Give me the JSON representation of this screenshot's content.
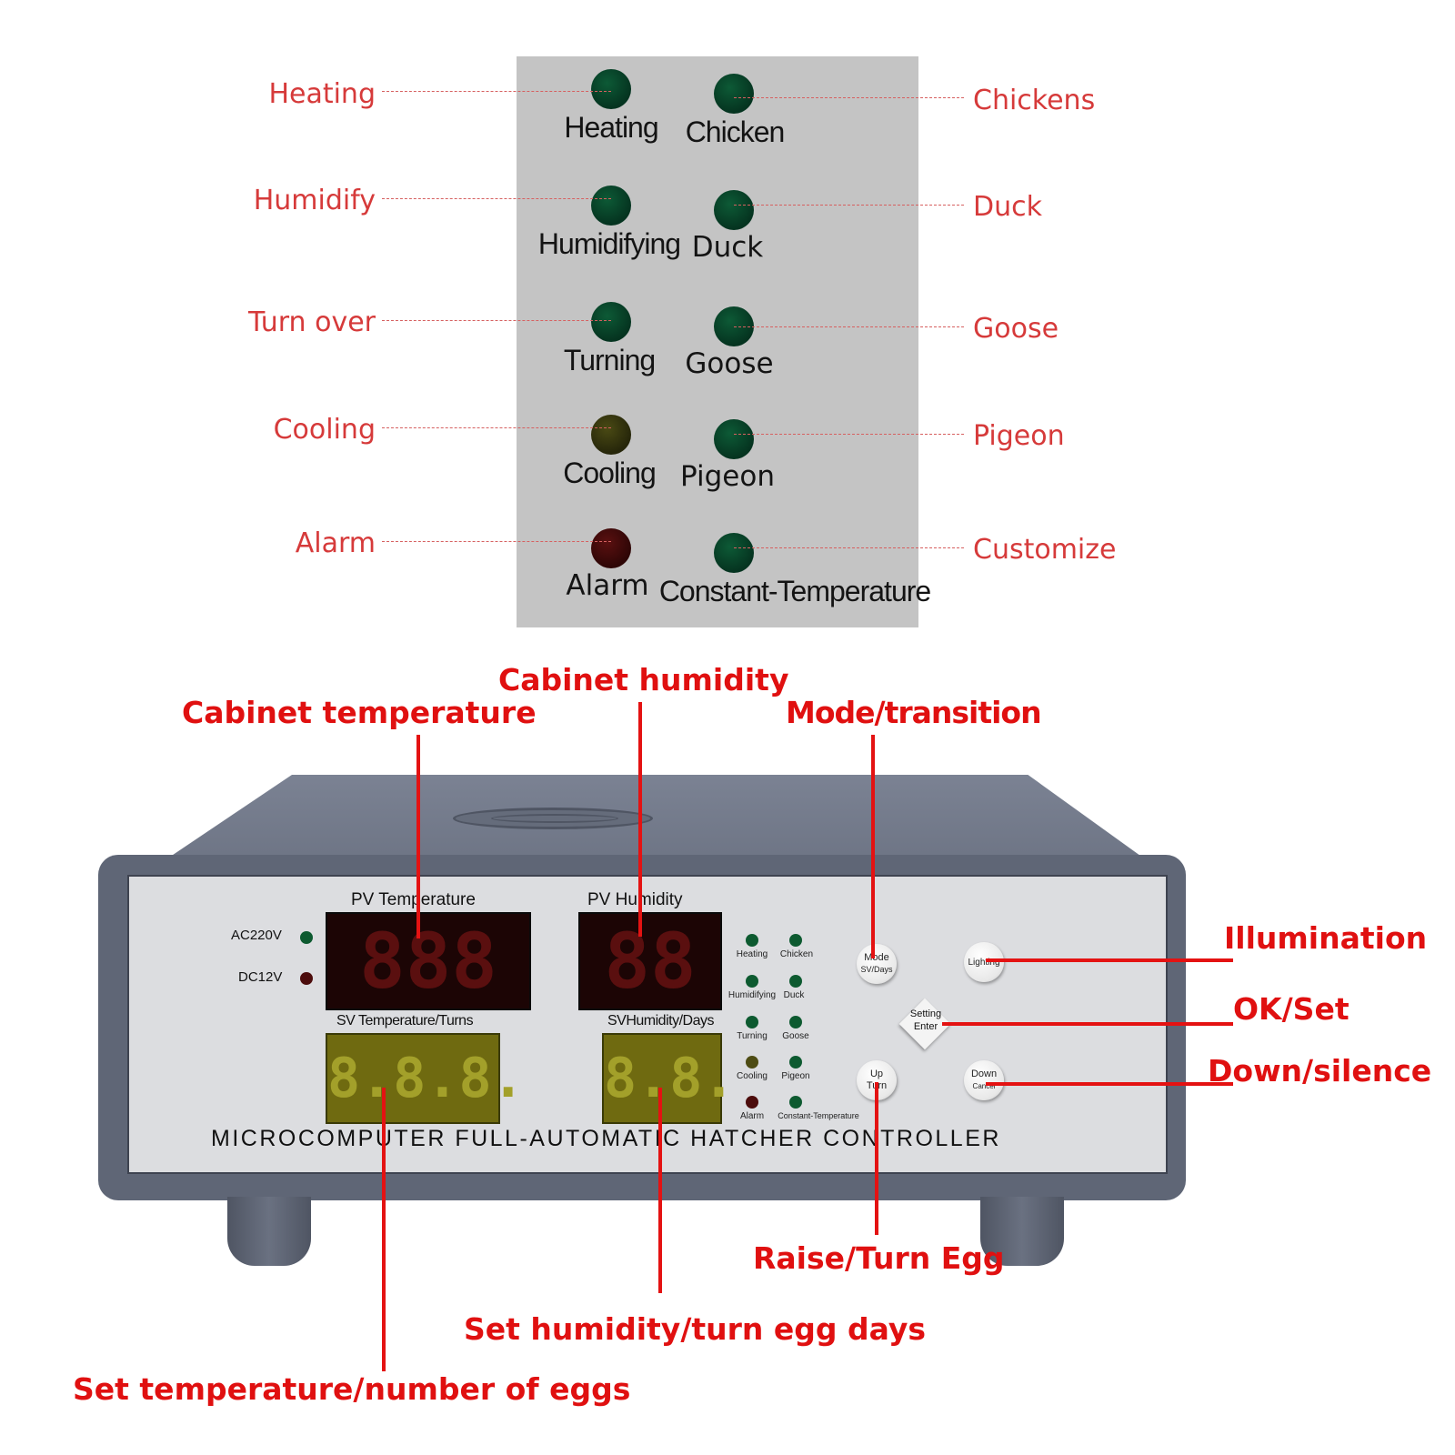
{
  "legend": {
    "left_labels": [
      "Heating",
      "Humidify",
      "Turn over",
      "Cooling",
      "Alarm"
    ],
    "right_labels": [
      "Chickens",
      "Duck",
      "Goose",
      "Pigeon",
      "Customize"
    ],
    "panel_left": [
      "Heating",
      "Humidifying",
      "Turning",
      "Cooling",
      "Alarm"
    ],
    "panel_right": [
      "Chicken",
      "Duck",
      "Goose",
      "Pigeon",
      "Constant-Temperature"
    ]
  },
  "callouts": {
    "cabinet_temperature": "Cabinet temperature",
    "cabinet_humidity": "Cabinet humidity",
    "mode_transition": "Mode/transition",
    "illumination": "Illumination",
    "ok_set": "OK/Set",
    "down_silence": "Down/silence",
    "raise_turn_egg": "Raise/Turn Egg",
    "set_humidity": "Set humidity/turn egg days",
    "set_temperature": "Set temperature/number of eggs"
  },
  "device": {
    "ac_label": "AC220V",
    "dc_label": "DC12V",
    "pv_temp_label": "PV Temperature",
    "pv_hum_label": "PV Humidity",
    "sv_temp_label": "SV Temperature/Turns",
    "sv_hum_label": "SVHumidity/Days",
    "pv_temp_digits": "888",
    "pv_hum_digits": "88",
    "sv_temp_digits": "8.8.8.",
    "sv_hum_digits": "8.8.",
    "small_left": [
      "Heating",
      "Humidifying",
      "Turning",
      "Cooling",
      "Alarm"
    ],
    "small_right": [
      "Chicken",
      "Duck",
      "Goose",
      "Pigeon",
      "Constant-Temperature"
    ],
    "btn_mode": [
      "Mode",
      "SV/Days"
    ],
    "btn_lighting": "Lighting",
    "btn_setting": [
      "Setting",
      "Enter"
    ],
    "btn_up": [
      "Up",
      "Turn"
    ],
    "btn_down": [
      "Down",
      "Cancel"
    ],
    "footer": "MICROCOMPUTER FULL-AUTOMATIC HATCHER CONTROLLER"
  }
}
